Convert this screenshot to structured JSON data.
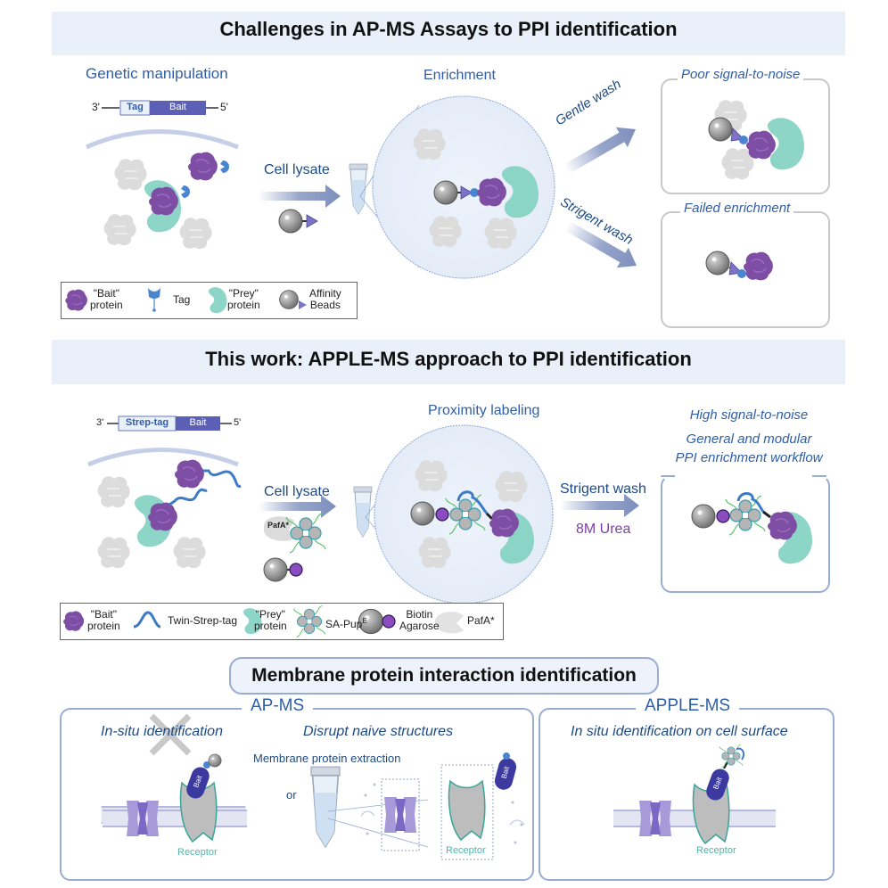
{
  "section1": {
    "title": "Challenges in AP-MS Assays to PPI identification",
    "genetic_manipulation": "Genetic manipulation",
    "construct": {
      "left": "3'",
      "tag": "Tag",
      "bait": "Bait",
      "right": "5'"
    },
    "enrichment": "Enrichment",
    "cell_lysate": "Cell lysate",
    "gentle_wash": "Gentle wash",
    "stringent_wash": "Strigent wash",
    "outcome1": "Poor signal-to-noise",
    "outcome2": "Failed enrichment",
    "legend": [
      {
        "icon": "bait-protein-icon",
        "label": "\"Bait\"\nprotein"
      },
      {
        "icon": "tag-icon",
        "label": "Tag"
      },
      {
        "icon": "prey-protein-icon",
        "label": "\"Prey\"\nprotein"
      },
      {
        "icon": "affinity-beads-icon",
        "label": "Affinity\nBeads"
      }
    ]
  },
  "section2": {
    "title": "This work: APPLE-MS approach to PPI identification",
    "construct": {
      "left": "3'",
      "tag": "Strep-tag",
      "bait": "Bait",
      "right": "5'"
    },
    "proximity_labeling": "Proximity labeling",
    "cell_lysate": "Cell lysate",
    "pafa_label": "PafA*",
    "stringent_wash": "Strigent wash",
    "urea": "8M Urea",
    "outcome_line1": "High signal-to-noise",
    "outcome_line2": "General and modular",
    "outcome_line3": "PPI enrichment workflow",
    "legend": [
      {
        "icon": "bait-protein-icon",
        "label": "\"Bait\"\nprotein"
      },
      {
        "icon": "twin-strep-tag-icon",
        "label": "Twin-Strep-tag"
      },
      {
        "icon": "prey-protein-icon",
        "label": "\"Prey\"\nprotein"
      },
      {
        "icon": "sa-pup-icon",
        "label": "SA-Pup",
        "sup": "E"
      },
      {
        "icon": "biotin-agarose-icon",
        "label": "Biotin\nAgarose"
      },
      {
        "icon": "pafa-icon",
        "label": "PafA*"
      }
    ]
  },
  "section3": {
    "title": "Membrane protein interaction identification",
    "apms": {
      "title": "AP-MS",
      "insitu": "In-situ identification",
      "disrupt": "Disrupt naive structures",
      "extraction": "Membrane protein extraction",
      "or": "or",
      "bait": "Bait",
      "receptor": "Receptor"
    },
    "applems": {
      "title": "APPLE-MS",
      "insitu": "In situ identification on cell surface",
      "bait": "Bait",
      "receptor": "Receptor"
    }
  },
  "colors": {
    "banner_bg": "#e9f0fa",
    "heading_blue": "#2f5ea8",
    "bait_purple": "#7d4ea3",
    "prey_teal": "#86d3c4",
    "tag_blue": "#4a86cf",
    "arrow": "#7d8fbd",
    "urea_purple": "#7b3fa5",
    "receptor_teal": "#4db6a6"
  }
}
